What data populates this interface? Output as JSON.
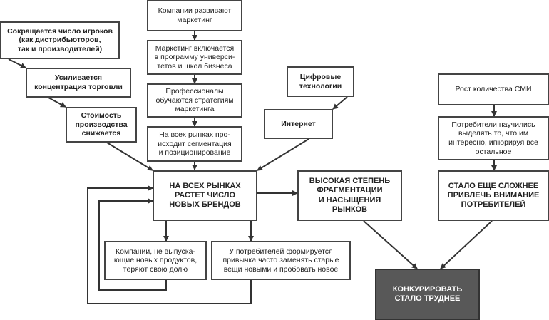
{
  "boxes": {
    "companies_develop_marketing": "Компании развивают\nмаркетинг",
    "marketing_in_universities": "Маркетинг включается\nв программу универси-\nтетов и школ бизнеса",
    "professionals_trained": "Профессионалы\nобучаются стратегиям\nмаркетинга",
    "segmentation": "На всех рынках про-\nисходит сегментация\nи позиционирование",
    "fewer_players": "Сокращается число игроков\n(как дистрибьюторов,\nтак и производителей)",
    "trade_concentration": "Усиливается\nконцентрация торговли",
    "production_cost": "Стоимость\nпроизводства\nснижается",
    "digital_tech": "Цифровые\nтехнологии",
    "internet": "Интернет",
    "new_brands": "НА ВСЕХ РЫНКАХ\nРАСТЕТ ЧИСЛО\nНОВЫХ БРЕНДОВ",
    "fragmentation": "ВЫСОКАЯ СТЕПЕНЬ\nФРАГМЕНТАЦИИ\nИ НАСЫЩЕНИЯ\nРЫНКОВ",
    "media_growth": "Рост количества СМИ",
    "consumers_filter": "Потребители научились\nвыделять то, что им\nинтересно, игнорируя все\nостальное",
    "harder_attention": "СТАЛО ЕЩЕ СЛОЖНЕЕ\nПРИВЛЕЧЬ ВНИМАНИЕ\nПОТРЕБИТЕЛЕЙ",
    "companies_lose_share": "Компании, не выпуска-\nющие новых продуктов,\nтеряют свою долю",
    "consumer_habit": "У потребителей формируется\nпривычка часто заменять старые\nвещи новыми и пробовать новое",
    "harder_compete": "КОНКУРИРОВАТЬ\nСТАЛО ТРУДНЕЕ"
  },
  "colors": {
    "border": "#444444",
    "final_fill": "#585858",
    "final_text": "#ffffff"
  }
}
